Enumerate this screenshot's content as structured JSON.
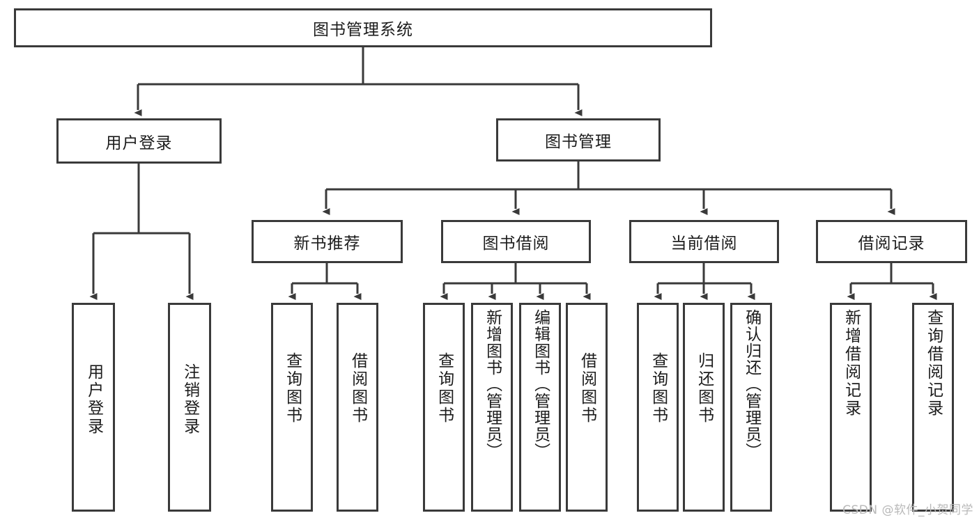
{
  "diagram": {
    "type": "tree-hierarchy",
    "title": "图书管理系统",
    "root": {
      "label": "图书管理系统"
    },
    "level2": [
      {
        "label": "用户登录"
      },
      {
        "label": "图书管理"
      }
    ],
    "level3": [
      {
        "label": "新书推荐",
        "parent": "图书管理"
      },
      {
        "label": "图书借阅",
        "parent": "图书管理"
      },
      {
        "label": "当前借阅",
        "parent": "图书管理"
      },
      {
        "label": "借阅记录",
        "parent": "图书管理"
      }
    ],
    "leaves": {
      "user_login": [
        {
          "label": "用户登录"
        },
        {
          "label": "注销登录"
        }
      ],
      "new_book_recommend": [
        {
          "label": "查询图书"
        },
        {
          "label": "借阅图书"
        }
      ],
      "book_borrow": [
        {
          "label": "查询图书"
        },
        {
          "label": "新增图书（管理员）"
        },
        {
          "label": "编辑图书（管理员）"
        },
        {
          "label": "借阅图书"
        }
      ],
      "current_borrow": [
        {
          "label": "查询图书"
        },
        {
          "label": "归还图书"
        },
        {
          "label": "确认归还（管理员）"
        }
      ],
      "borrow_record": [
        {
          "label": "新增借阅记录"
        },
        {
          "label": "查询借阅记录"
        }
      ]
    }
  },
  "colors": {
    "stroke": "#3a3a3a",
    "background": "#ffffff",
    "text": "#1c1c1c",
    "watermark": "#b9b9b9"
  },
  "watermark": {
    "text": "CSDN @软件_小贺同学"
  }
}
